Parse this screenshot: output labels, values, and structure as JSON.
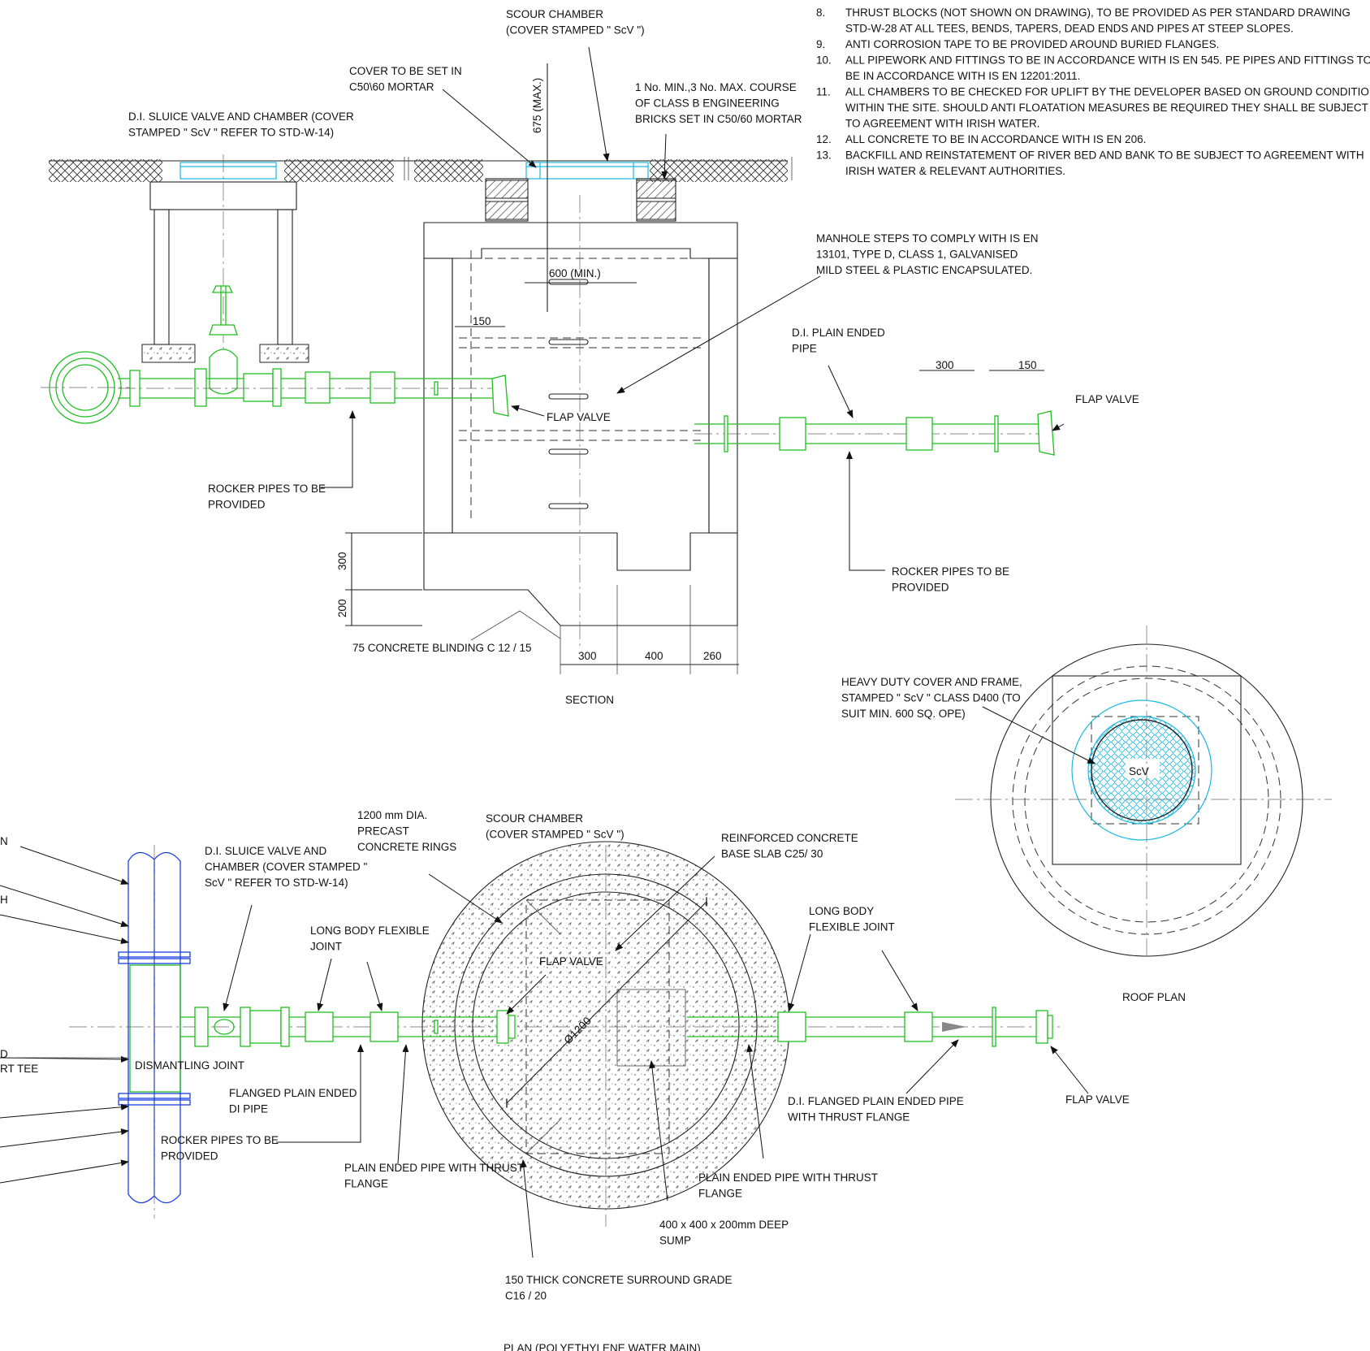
{
  "notes": [
    {
      "num": "8.",
      "lines": [
        "THRUST BLOCKS (NOT SHOWN ON DRAWING), TO BE PROVIDED AS PER STANDARD DRAWING",
        "STD-W-28 AT ALL TEES, BENDS, TAPERS, DEAD ENDS AND PIPES AT STEEP SLOPES."
      ]
    },
    {
      "num": "9.",
      "lines": [
        "ANTI CORROSION TAPE TO BE PROVIDED AROUND BURIED FLANGES."
      ]
    },
    {
      "num": "10.",
      "lines": [
        "ALL PIPEWORK AND FITTINGS TO BE IN ACCORDANCE WITH IS EN 545. PE PIPES AND FITTINGS TO",
        "BE IN ACCORDANCE WITH IS EN 12201:2011."
      ]
    },
    {
      "num": "11.",
      "lines": [
        "ALL CHAMBERS TO BE CHECKED FOR UPLIFT BY THE DEVELOPER BASED ON GROUND CONDITIONS",
        "WITHIN THE SITE. SHOULD ANTI FLOATATION MEASURES BE REQUIRED THEY SHALL BE SUBJECT",
        "TO AGREEMENT WITH IRISH WATER."
      ]
    },
    {
      "num": "12.",
      "lines": [
        "ALL CONCRETE TO BE IN ACCORDANCE WITH IS EN 206."
      ]
    },
    {
      "num": "13.",
      "lines": [
        "BACKFILL AND REINSTATEMENT OF RIVER BED AND BANK TO BE SUBJECT TO AGREEMENT WITH",
        "IRISH WATER & RELEVANT AUTHORITIES."
      ]
    }
  ],
  "section": {
    "title": "SECTION",
    "labels": {
      "scour_chamber": [
        "SCOUR CHAMBER",
        "(COVER STAMPED \" ScV \")"
      ],
      "cover_mortar": [
        "COVER TO BE SET IN",
        "C50\\60 MORTAR"
      ],
      "brick_course": [
        "1 No. MIN.,3 No. MAX. COURSE",
        "OF CLASS B ENGINEERING",
        "BRICKS SET IN C50/60 MORTAR"
      ],
      "sluice_valve": [
        "D.I. SLUICE VALVE AND CHAMBER (COVER",
        "STAMPED \" ScV \" REFER TO STD-W-14)"
      ],
      "manhole_steps": [
        "MANHOLE STEPS TO COMPLY WITH IS EN",
        "13101, TYPE D, CLASS 1, GALVANISED",
        "MILD STEEL & PLASTIC ENCAPSULATED."
      ],
      "plain_ended_pipe": [
        "D.I. PLAIN ENDED",
        "PIPE"
      ],
      "flap_valve_inner": [
        "FLAP VALVE"
      ],
      "flap_valve_outer": [
        "FLAP VALVE"
      ],
      "rocker_left": [
        "ROCKER PIPES TO BE",
        "PROVIDED"
      ],
      "rocker_right": [
        "ROCKER PIPES TO BE",
        "PROVIDED"
      ],
      "blinding": [
        "75 CONCRETE BLINDING C 12 / 15"
      ]
    },
    "dimensions": {
      "max_depth": "675 (MAX.)",
      "min_opening": "600 (MIN.)",
      "step_offset": "150",
      "pipe_300": "300",
      "pipe_150": "150",
      "base_300": "300",
      "base_200": "200",
      "bottom_300": "300",
      "bottom_400": "400",
      "bottom_260": "260"
    }
  },
  "roof_plan": {
    "title": "ROOF PLAN",
    "cover_mark": "ScV",
    "labels": {
      "cover": [
        "HEAVY DUTY COVER AND FRAME,",
        "STAMPED \" ScV \" CLASS D400 (TO",
        "SUIT MIN. 600 SQ. OPE)"
      ]
    }
  },
  "plan": {
    "title": "PLAN (POLYETHYLENE WATER MAIN)",
    "diameter": "Ø1200",
    "left_cut_fragments": [
      "N",
      "H",
      "D",
      "RT TEE"
    ],
    "labels": {
      "precast_rings": [
        "1200 mm DIA.",
        "PRECAST",
        "CONCRETE RINGS"
      ],
      "scour_chamber": [
        "SCOUR CHAMBER",
        "(COVER STAMPED \" ScV \")"
      ],
      "base_slab": [
        "REINFORCED CONCRETE",
        "BASE SLAB C25/ 30"
      ],
      "sluice_valve": [
        "D.I. SLUICE VALVE AND",
        "CHAMBER (COVER STAMPED \"",
        "ScV \" REFER TO STD-W-14)"
      ],
      "flex_joint_left": [
        "LONG BODY FLEXIBLE",
        "JOINT"
      ],
      "flex_joint_right": [
        "LONG BODY",
        "FLEXIBLE JOINT"
      ],
      "flap_valve_inner": [
        "FLAP VALVE"
      ],
      "flap_valve_outer": [
        "FLAP VALVE"
      ],
      "dismantling": [
        "DISMANTLING JOINT"
      ],
      "flanged_pipe": [
        "FLANGED PLAIN ENDED",
        "DI PIPE"
      ],
      "rocker": [
        "ROCKER PIPES TO BE",
        "PROVIDED"
      ],
      "thrust_left": [
        "PLAIN ENDED PIPE WITH THRUST",
        "FLANGE"
      ],
      "thrust_right": [
        "PLAIN ENDED PIPE WITH THRUST",
        "FLANGE"
      ],
      "di_flanged": [
        "D.I. FLANGED PLAIN ENDED PIPE",
        "WITH THRUST FLANGE"
      ],
      "sump": [
        "400 x 400 x 200mm DEEP",
        "SUMP"
      ],
      "surround": [
        "150 THICK CONCRETE SURROUND GRADE",
        "C16 / 20"
      ]
    }
  }
}
